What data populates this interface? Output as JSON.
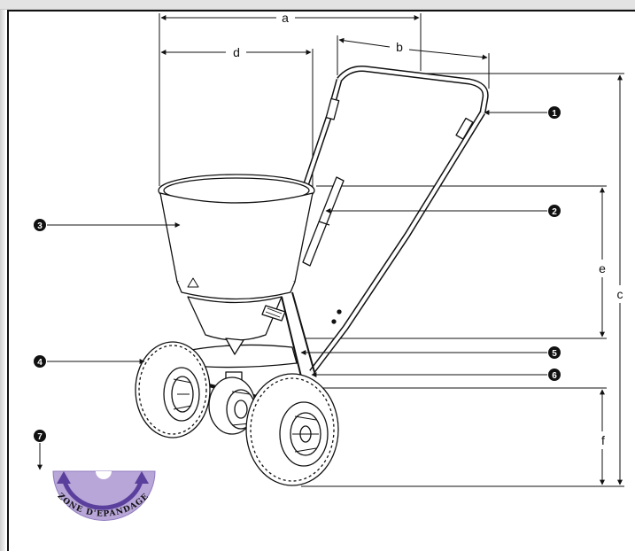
{
  "dimensions": {
    "a": "a",
    "b": "b",
    "c": "c",
    "d": "d",
    "e": "e",
    "f": "f"
  },
  "callouts": [
    "1",
    "2",
    "3",
    "4",
    "5",
    "6",
    "7"
  ],
  "zone_text": "ZONE D'EPANDAGE",
  "colors": {
    "line": "#111111",
    "zone_fill": "#b8a6d9",
    "zone_arrow": "#5b3f9c",
    "badge": "#111111"
  }
}
